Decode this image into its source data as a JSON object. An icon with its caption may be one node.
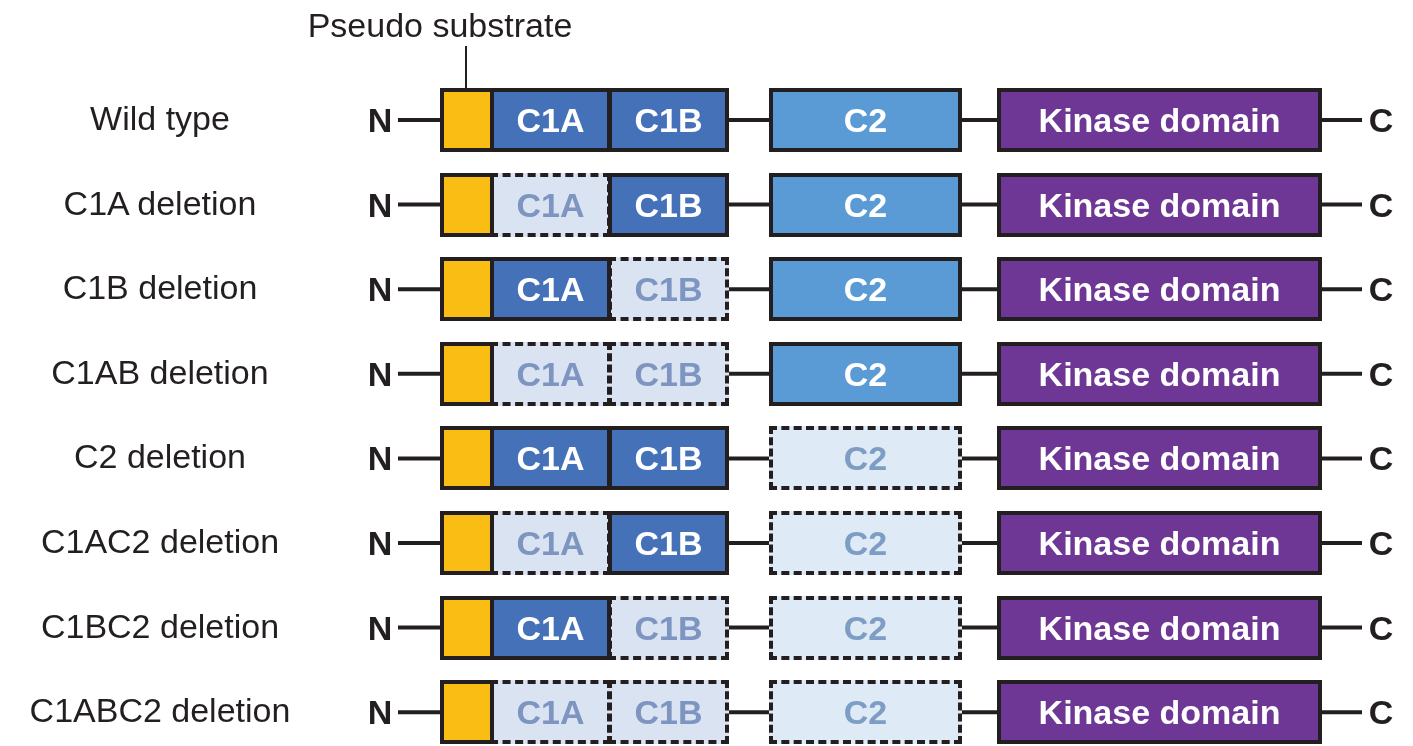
{
  "diagram": {
    "nodes": [
      {
        "text": [
          "Pseudo substrate"
        ]
      },
      {
        "text": [
          "N"
        ]
      },
      {
        "text": [],
        "shape": "box"
      },
      {
        "text": [
          "C1A"
        ]
      },
      {
        "text": [
          "C1B"
        ]
      },
      {
        "text": [
          "C2"
        ]
      },
      {
        "text": [
          "Kinase domain"
        ]
      },
      {
        "text": [
          "C"
        ]
      },
      {
        "text": [
          "N"
        ]
      },
      {
        "text": [],
        "shape": "box"
      },
      {
        "text": [
          "C1A"
        ]
      },
      {
        "text": [
          "C1B"
        ]
      },
      {
        "text": [
          "C2"
        ]
      },
      {
        "text": [
          "Kinase domain"
        ]
      },
      {
        "text": [
          "C"
        ]
      },
      {
        "text": [
          "N"
        ]
      },
      {
        "text": [],
        "shape": "box"
      },
      {
        "text": [
          "C1A"
        ]
      },
      {
        "text": [
          "C1B"
        ]
      },
      {
        "text": [
          "C2"
        ]
      },
      {
        "text": [
          "Kinase domain"
        ]
      },
      {
        "text": [
          "C"
        ]
      },
      {
        "text": [
          "N"
        ]
      },
      {
        "text": [],
        "shape": "box"
      },
      {
        "text": [
          "C1A"
        ]
      },
      {
        "text": [
          "C1B"
        ]
      },
      {
        "text": [
          "C2"
        ]
      },
      {
        "text": [
          "Kinase domain"
        ]
      },
      {
        "text": [
          "C"
        ]
      },
      {
        "text": [
          "N"
        ]
      },
      {
        "text": [],
        "shape": "box"
      },
      {
        "text": [
          "C1A"
        ]
      },
      {
        "text": [
          "C1B"
        ]
      },
      {
        "text": [
          "C2"
        ]
      },
      {
        "text": [
          "Kinase domain"
        ]
      },
      {
        "text": [
          "C"
        ]
      },
      {
        "text": [
          "N"
        ]
      },
      {
        "text": [],
        "shape": "box"
      },
      {
        "text": [
          "C1A"
        ]
      },
      {
        "text": [
          "C1B"
        ]
      },
      {
        "text": [
          "C2"
        ]
      },
      {
        "text": [
          "Kinase domain"
        ]
      },
      {
        "text": [
          "C"
        ]
      },
      {
        "text": [
          "N"
        ]
      },
      {
        "text": [],
        "shape": "box"
      },
      {
        "text": [
          "C1A"
        ]
      },
      {
        "text": [
          "C1B"
        ]
      },
      {
        "text": [
          "C2"
        ]
      },
      {
        "text": [
          "Kinase domain"
        ]
      },
      {
        "text": [
          "C"
        ]
      },
      {
        "text": [
          "N"
        ]
      },
      {
        "text": [],
        "shape": "box"
      },
      {
        "text": [
          "C1A"
        ]
      },
      {
        "text": [
          "C1B"
        ]
      },
      {
        "text": [
          "C2"
        ]
      },
      {
        "text": [
          "Kinase domain"
        ]
      },
      {
        "text": [
          "C"
        ]
      }
    ],
    "edges": [
      {
        "from": 0,
        "to": 2,
        "arrow": "none"
      },
      {
        "from": 1,
        "to": 2,
        "arrow": "none"
      },
      {
        "from": 4,
        "to": 5,
        "arrow": "none"
      },
      {
        "from": 5,
        "to": 6,
        "arrow": "none"
      },
      {
        "from": 6,
        "to": 7,
        "arrow": "none"
      },
      {
        "from": 8,
        "to": 9,
        "arrow": "none"
      },
      {
        "from": 11,
        "to": 12,
        "arrow": "none"
      },
      {
        "from": 12,
        "to": 13,
        "arrow": "none"
      },
      {
        "from": 13,
        "to": 14,
        "arrow": "none"
      },
      {
        "from": 15,
        "to": 16,
        "arrow": "none"
      },
      {
        "from": 18,
        "to": 19,
        "arrow": "none"
      },
      {
        "from": 19,
        "to": 20,
        "arrow": "none"
      },
      {
        "from": 20,
        "to": 21,
        "arrow": "none"
      },
      {
        "from": 22,
        "to": 23,
        "arrow": "none"
      },
      {
        "from": 25,
        "to": 26,
        "arrow": "none"
      },
      {
        "from": 26,
        "to": 27,
        "arrow": "none"
      },
      {
        "from": 27,
        "to": 28,
        "arrow": "none"
      },
      {
        "from": 29,
        "to": 30,
        "arrow": "none"
      },
      {
        "from": 32,
        "to": 33,
        "arrow": "none"
      },
      {
        "from": 33,
        "to": 34,
        "arrow": "none"
      },
      {
        "from": 34,
        "to": 35,
        "arrow": "none"
      },
      {
        "from": 36,
        "to": 37,
        "arrow": "none"
      },
      {
        "from": 39,
        "to": 40,
        "arrow": "none"
      },
      {
        "from": 40,
        "to": 41,
        "arrow": "none"
      },
      {
        "from": 41,
        "to": 42,
        "arrow": "none"
      },
      {
        "from": 43,
        "to": 44,
        "arrow": "none"
      },
      {
        "from": 46,
        "to": 47,
        "arrow": "none"
      },
      {
        "from": 47,
        "to": 48,
        "arrow": "none"
      },
      {
        "from": 48,
        "to": 49,
        "arrow": "none"
      },
      {
        "from": 50,
        "to": 51,
        "arrow": "none"
      },
      {
        "from": 53,
        "to": 54,
        "arrow": "none"
      },
      {
        "from": 54,
        "to": 55,
        "arrow": "none"
      },
      {
        "from": 55,
        "to": 56,
        "arrow": "none"
      }
    ],
    "labels": [
      "Wild type",
      "C1A deletion",
      "C1B deletion",
      "C1AB deletion",
      "C2 deletion",
      "C1AC2 deletion",
      "C1BC2 deletion",
      "C1ABC2 deletion"
    ]
  }
}
